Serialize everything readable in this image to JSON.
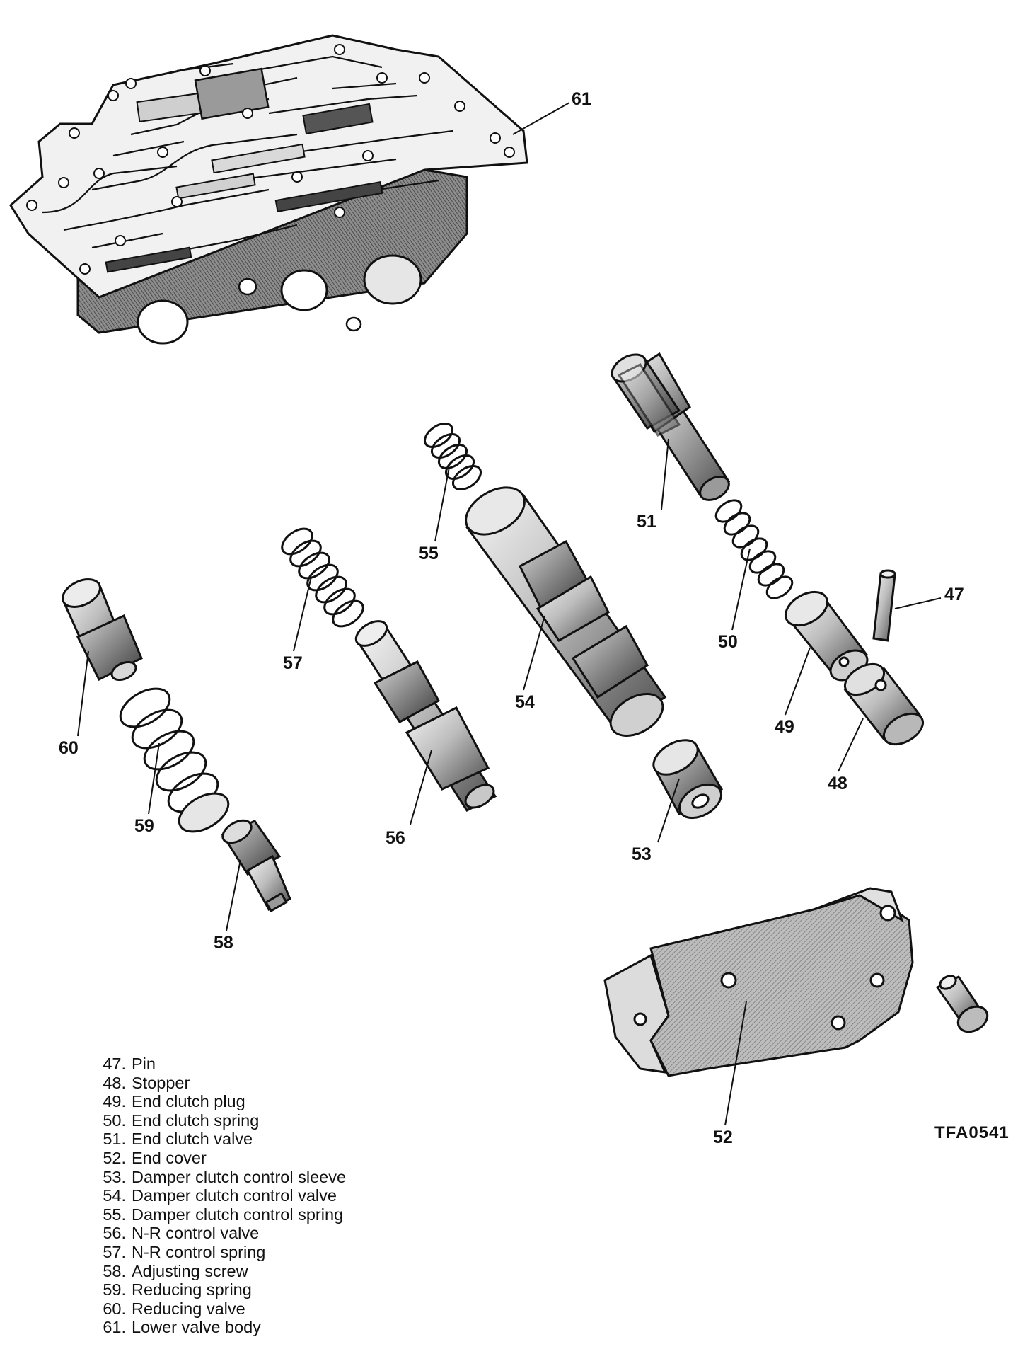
{
  "callouts": {
    "c47": "47",
    "c48": "48",
    "c49": "49",
    "c50": "50",
    "c51": "51",
    "c52": "52",
    "c53": "53",
    "c54": "54",
    "c55": "55",
    "c56": "56",
    "c57": "57",
    "c58": "58",
    "c59": "59",
    "c60": "60",
    "c61": "61"
  },
  "figure_code": "TFA0541",
  "legend": [
    {
      "num": "47.",
      "label": "Pin"
    },
    {
      "num": "48.",
      "label": "Stopper"
    },
    {
      "num": "49.",
      "label": "End clutch plug"
    },
    {
      "num": "50.",
      "label": "End clutch spring"
    },
    {
      "num": "51.",
      "label": "End clutch valve"
    },
    {
      "num": "52.",
      "label": "End cover"
    },
    {
      "num": "53.",
      "label": "Damper clutch control sleeve"
    },
    {
      "num": "54.",
      "label": "Damper clutch control valve"
    },
    {
      "num": "55.",
      "label": "Damper clutch control spring"
    },
    {
      "num": "56.",
      "label": "N-R control valve"
    },
    {
      "num": "57.",
      "label": "N-R control spring"
    },
    {
      "num": "58.",
      "label": "Adjusting screw"
    },
    {
      "num": "59.",
      "label": "Reducing spring"
    },
    {
      "num": "60.",
      "label": "Reducing valve"
    },
    {
      "num": "61.",
      "label": "Lower valve body"
    }
  ]
}
